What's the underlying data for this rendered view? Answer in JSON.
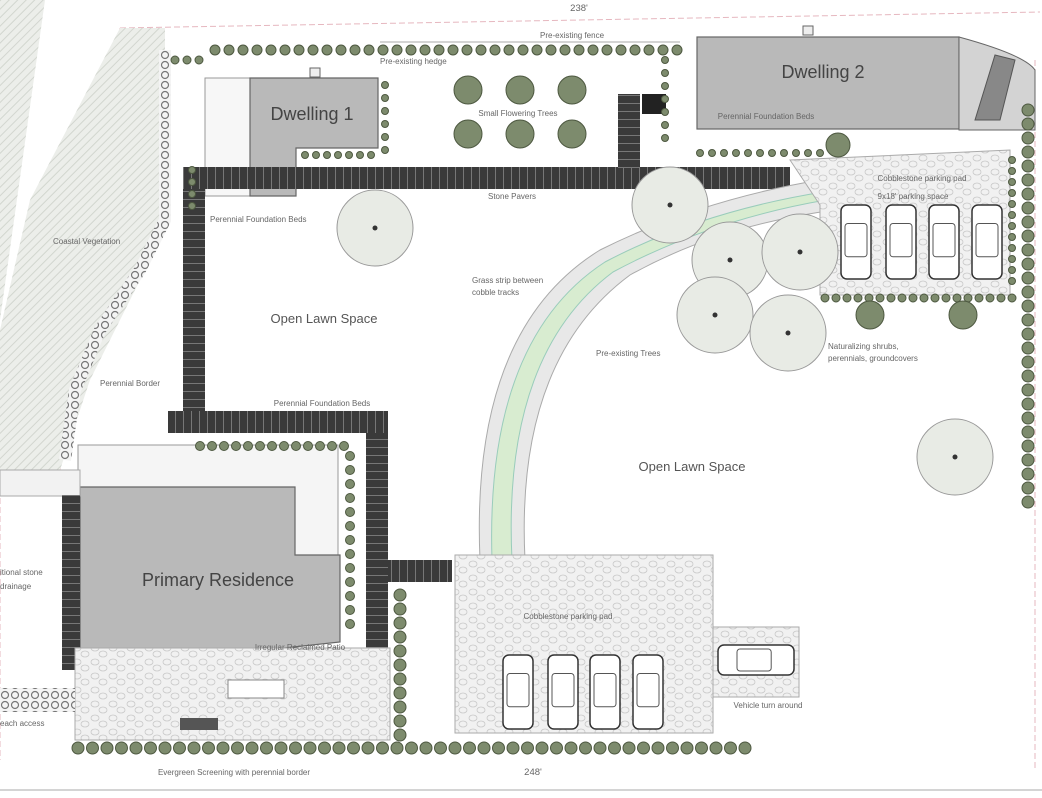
{
  "dimensions": {
    "top": "238'",
    "bottom": "248'"
  },
  "labels": {
    "dwelling1": "Dwelling 1",
    "dwelling2": "Dwelling 2",
    "primary_residence": "Primary Residence",
    "pre_existing_fence": "Pre-existing fence",
    "pre_existing_hedge": "Pre-existing hedge",
    "small_flowering_trees": "Small Flowering Trees",
    "perennial_foundation_beds_d2": "Perennial Foundation Beds",
    "perennial_foundation_beds_d1": "Perennial Foundation Beds",
    "perennial_foundation_beds_pr": "Perennial Foundation Beds",
    "stone_pavers": "Stone Pavers",
    "cobblestone_pad_top": "Cobblestone parking pad",
    "parking_space": "9x18' parking space",
    "coastal_vegetation": "Coastal Vegetation",
    "grass_strip_line1": "Grass strip between",
    "grass_strip_line2": "cobble tracks",
    "open_lawn_1": "Open Lawn Space",
    "open_lawn_2": "Open Lawn Space",
    "pre_existing_trees": "Pre-existing Trees",
    "naturalizing_line1": "Naturalizing shrubs,",
    "naturalizing_line2": "perennials, groundcovers",
    "perennial_border": "Perennial Border",
    "additional_stone_line1": "itional stone",
    "additional_stone_line2": "drainage",
    "irregular_patio": "Irregular Reclaimed Patio",
    "cobblestone_pad_bottom": "Cobblestone parking pad",
    "vehicle_turn_around": "Vehicle turn around",
    "beach_access": "each access",
    "evergreen_screening": "Evergreen Screening with perennial border"
  }
}
